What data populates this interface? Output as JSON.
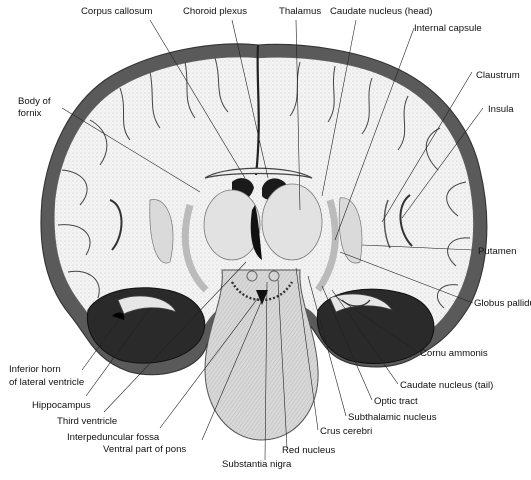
{
  "labels": {
    "corpus_callosum": "Corpus callosum",
    "choroid_plexus": "Choroid plexus",
    "thalamus": "Thalamus",
    "caudate_head": "Caudate nucleus (head)",
    "internal_capsule": "Internal capsule",
    "body_of_fornix_1": "Body of",
    "body_of_fornix_2": "fornix",
    "claustrum": "Claustrum",
    "insula": "Insula",
    "putamen": "Putamen",
    "globus_pallidus": "Globus pallidus",
    "cornu_ammonis": "Cornu ammonis",
    "caudate_tail": "Caudate nucleus (tail)",
    "optic_tract": "Optic tract",
    "subthalamic_nucleus": "Subthalamic nucleus",
    "crus_cerebri": "Crus cerebri",
    "red_nucleus": "Red nucleus",
    "substantia_nigra": "Substantia nigra",
    "ventral_pons": "Ventral part of pons",
    "interpeduncular_fossa": "Interpeduncular fossa",
    "third_ventricle": "Third ventricle",
    "hippocampus": "Hippocampus",
    "inferior_horn_1": "Inferior horn",
    "inferior_horn_2": "of lateral ventricle"
  }
}
